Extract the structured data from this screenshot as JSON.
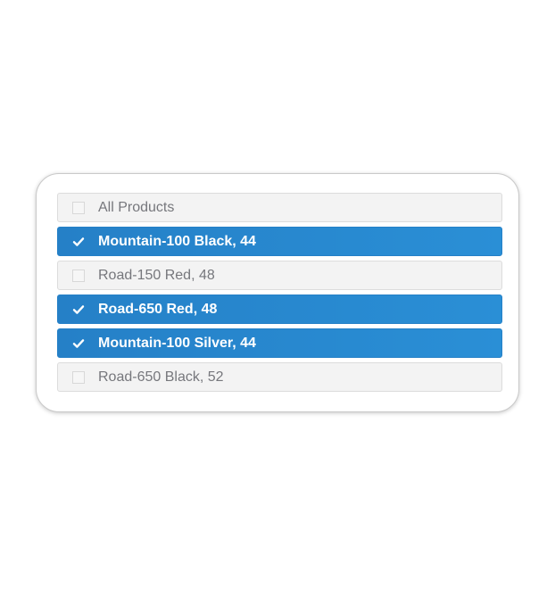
{
  "products": {
    "items": [
      {
        "label": "All Products",
        "checked": false
      },
      {
        "label": "Mountain-100 Black, 44",
        "checked": true
      },
      {
        "label": "Road-150 Red, 48",
        "checked": false
      },
      {
        "label": "Road-650 Red, 48",
        "checked": true
      },
      {
        "label": "Mountain-100 Silver, 44",
        "checked": true
      },
      {
        "label": "Road-650 Black, 52",
        "checked": false
      }
    ]
  },
  "colors": {
    "selected_background": "#2a8fd6",
    "unselected_background": "#f3f3f3",
    "unselected_text": "#76777c",
    "selected_text": "#ffffff"
  },
  "icons": {
    "checked": "checkmark-icon",
    "unchecked": "checkbox-empty-icon"
  }
}
